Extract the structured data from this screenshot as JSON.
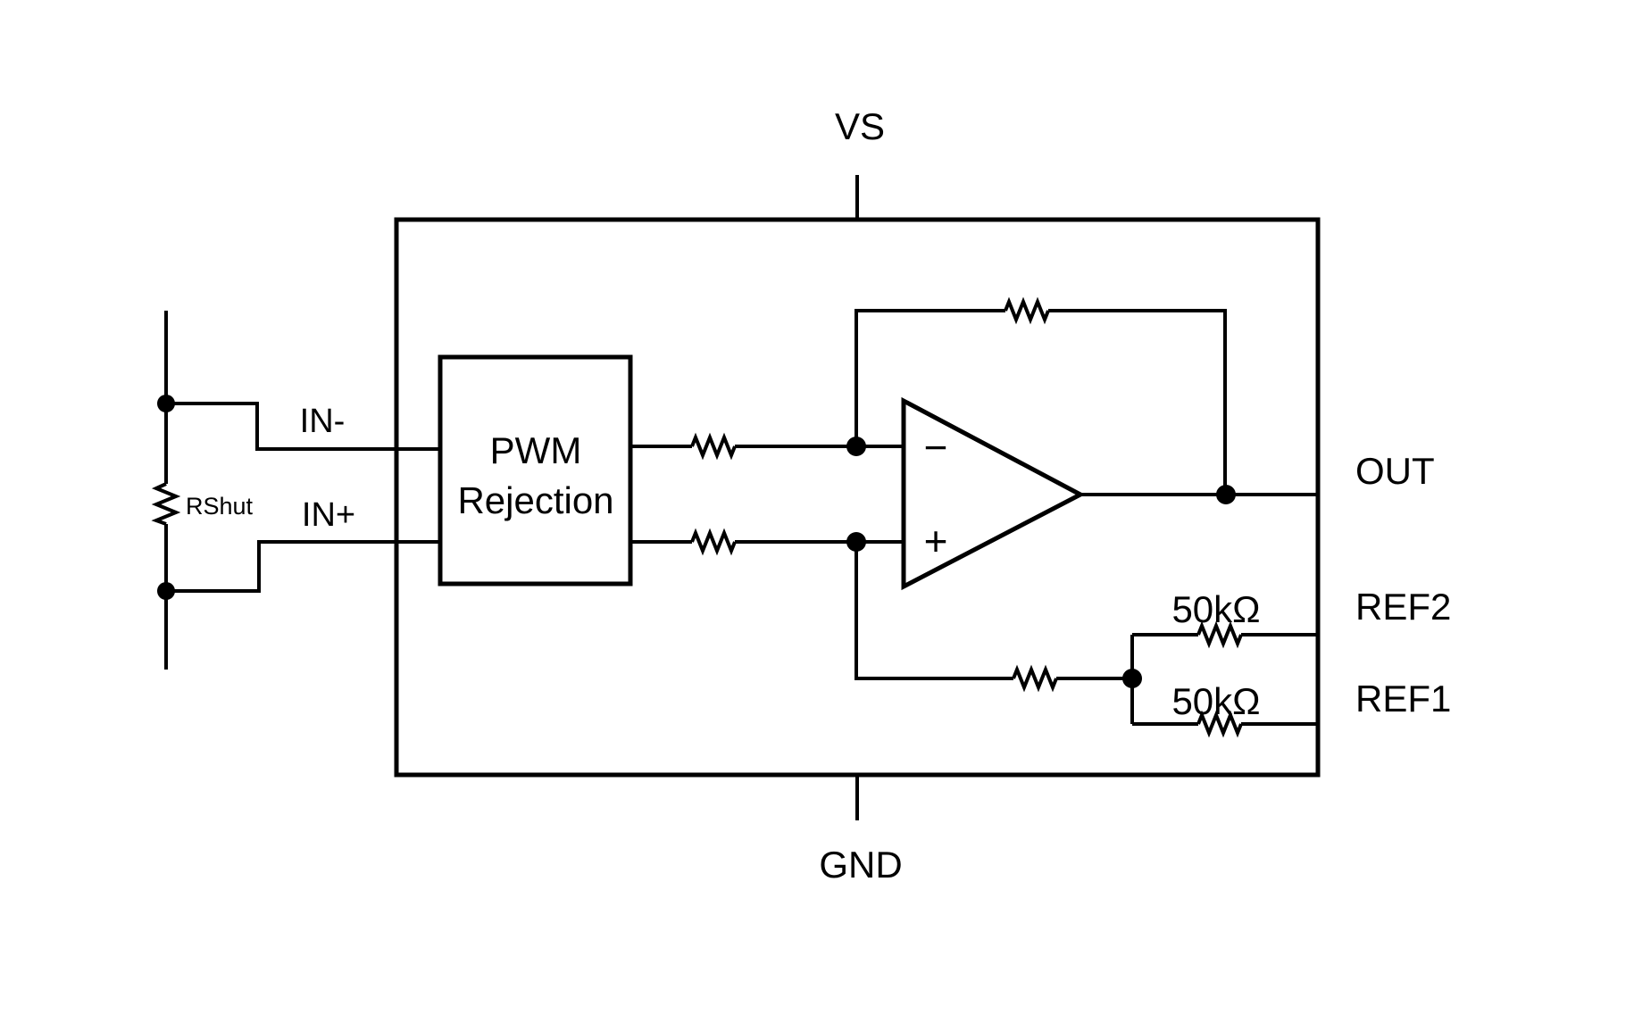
{
  "colors": {
    "background": "#ffffff",
    "line": "#000000",
    "text": "#000000"
  },
  "ports": {
    "vs": {
      "label": "VS"
    },
    "gnd": {
      "label": "GND"
    },
    "out": {
      "label": "OUT"
    },
    "ref2": {
      "label": "REF2"
    },
    "ref1": {
      "label": "REF1"
    },
    "in_minus": {
      "label": "IN-"
    },
    "in_plus": {
      "label": "IN+"
    }
  },
  "components": {
    "shunt_resistor": {
      "label": "RShut"
    },
    "pwm_block": {
      "line1": "PWM",
      "line2": "Rejection"
    },
    "opamp": {
      "inverting_label": "−",
      "noninverting_label": "+"
    },
    "ref2_resistor": {
      "value": "50kΩ"
    },
    "ref1_resistor": {
      "value": "50kΩ"
    }
  }
}
